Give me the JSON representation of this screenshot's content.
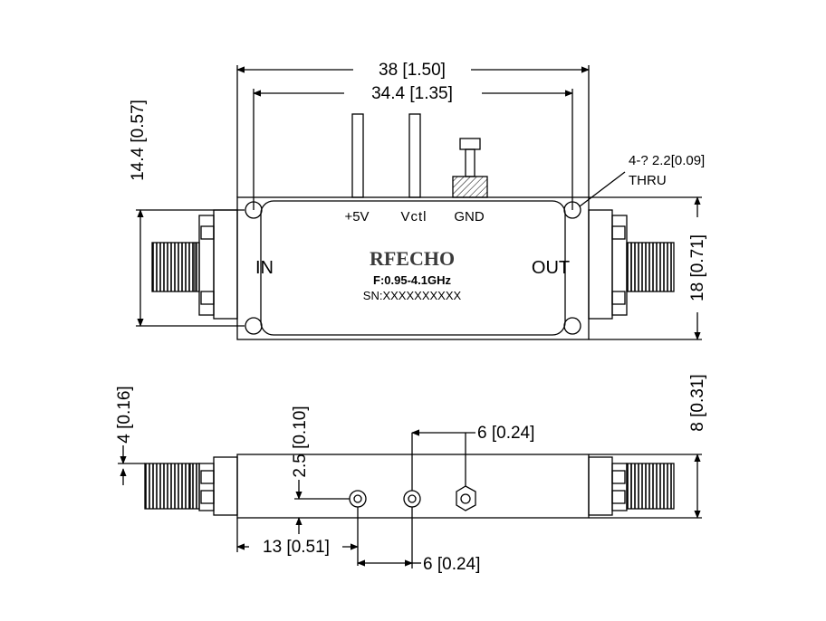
{
  "top_view": {
    "width_overall": "38 [1.50]",
    "width_holes": "34.4 [1.35]",
    "height_holes": "14.4 [0.57]",
    "height_overall": "18 [0.71]",
    "hole_note_line1": "4-? 2.2[0.09]",
    "hole_note_line2": "THRU",
    "pin_label_power": "+5V",
    "pin_label_control": "Vctl",
    "pin_label_ground": "GND",
    "port_in": "IN",
    "port_out": "OUT",
    "brand": "RFECHO",
    "frequency": "F:0.95-4.1GHz",
    "serial": "SN:XXXXXXXXXX"
  },
  "side_view": {
    "connector_offset": "4 [0.16]",
    "pin_height": "2.5 [0.10]",
    "body_height": "8 [0.31]",
    "pin_spacing_top": "6 [0.24]",
    "pin_offset_left": "13 [0.51]",
    "pin_spacing_bottom": "6 [0.24]"
  }
}
